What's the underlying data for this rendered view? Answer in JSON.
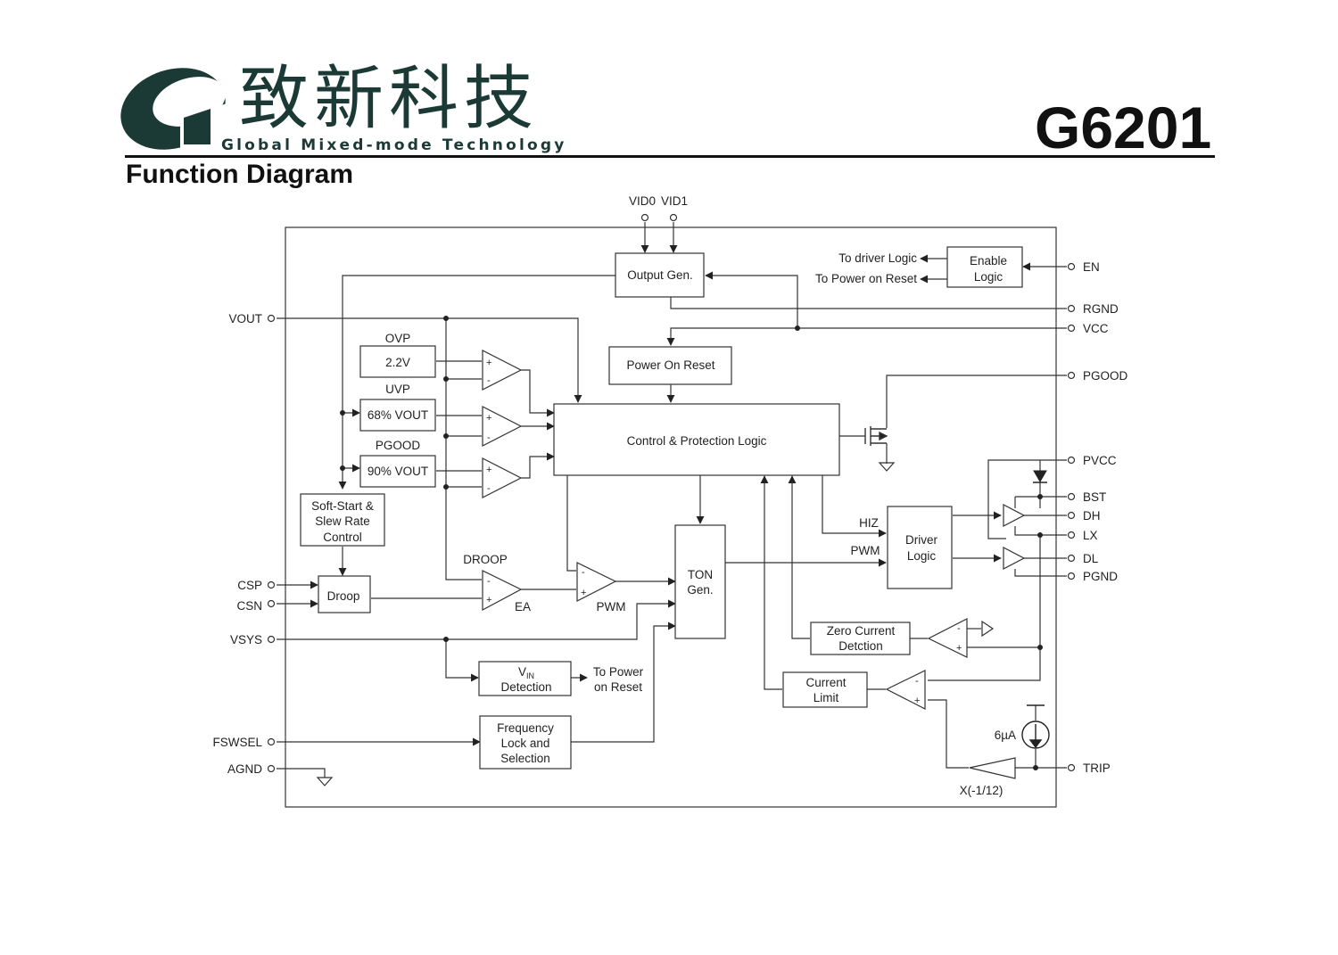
{
  "header": {
    "company_cn": "致新科技",
    "company_en": "Global Mixed-mode Technology",
    "part_number": "G6201",
    "section_title": "Function Diagram"
  },
  "diagram": {
    "pins_top": {
      "vid0": "VID0",
      "vid1": "VID1"
    },
    "pins_left": {
      "vout": "VOUT",
      "csp": "CSP",
      "csn": "CSN",
      "vsys": "VSYS",
      "fswsel": "FSWSEL",
      "agnd": "AGND"
    },
    "pins_right": {
      "en": "EN",
      "rgnd": "RGND",
      "vcc": "VCC",
      "pgood": "PGOOD",
      "pvcc": "PVCC",
      "bst": "BST",
      "dh": "DH",
      "lx": "LX",
      "dl": "DL",
      "pgnd": "PGND",
      "trip": "TRIP"
    },
    "blocks": {
      "output_gen": "Output Gen.",
      "enable_logic": [
        "Enable",
        "Logic"
      ],
      "power_on_reset": "Power On Reset",
      "control_logic": "Control & Protection Logic",
      "ovp_ref": "2.2V",
      "uvp_ref": "68% VOUT",
      "pgood_ref": "90% VOUT",
      "soft_start": [
        "Soft-Start &",
        "Slew Rate",
        "Control"
      ],
      "droop": "Droop",
      "ton_gen": [
        "TON",
        "Gen."
      ],
      "driver_logic": [
        "Driver",
        "Logic"
      ],
      "vin_detection": {
        "v": "V",
        "sub": "IN",
        "line2": "Detection"
      },
      "freq_lock": [
        "Frequency",
        "Lock and",
        "Selection"
      ],
      "zero_current": [
        "Zero Current",
        "Detction"
      ],
      "current_limit": [
        "Current",
        "Limit"
      ]
    },
    "labels": {
      "to_driver_logic": "To driver Logic",
      "to_por_top": "To Power on Reset",
      "ovp": "OVP",
      "uvp": "UVP",
      "pgood": "PGOOD",
      "droop": "DROOP",
      "ea": "EA",
      "pwm_comp": "PWM",
      "hiz": "HIZ",
      "pwm_signal": "PWM",
      "to_power": "To Power",
      "on_reset": "on Reset",
      "i_source": "6µA",
      "gain": "X(-1/12)",
      "plus": "+",
      "minus": "-"
    }
  }
}
